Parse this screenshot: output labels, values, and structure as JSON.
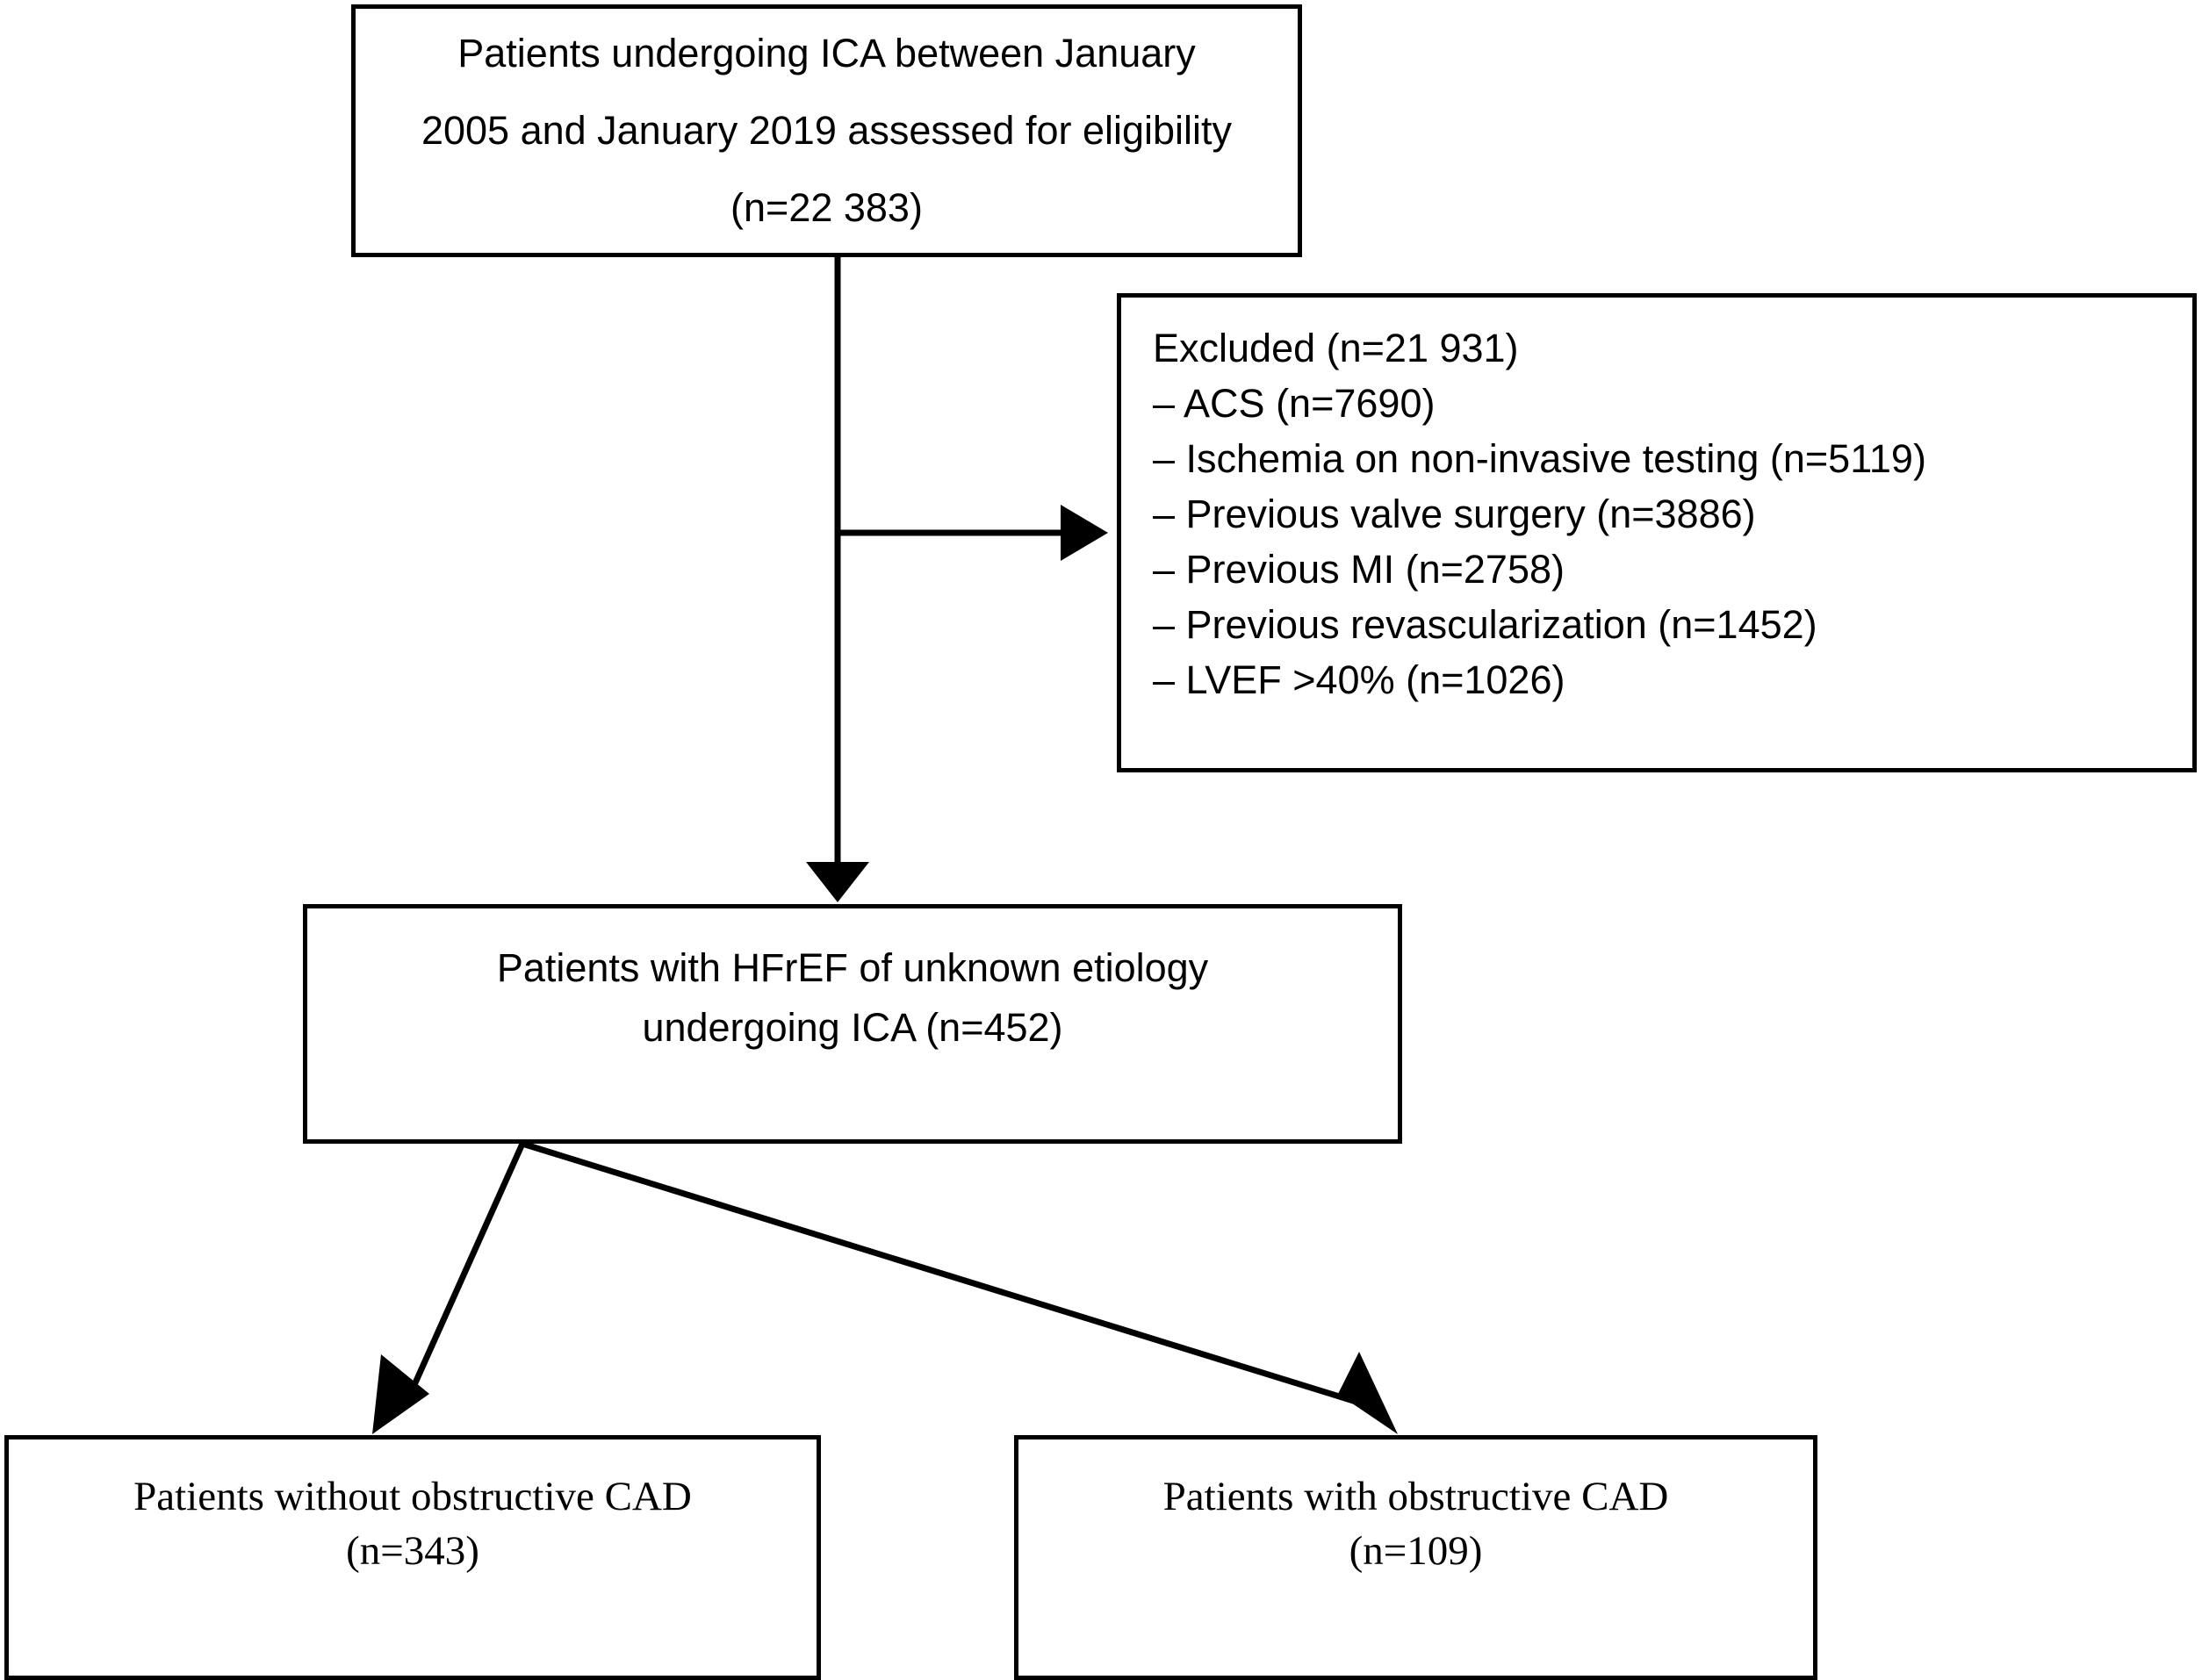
{
  "diagram": {
    "type": "flowchart",
    "orientation": "top-down",
    "accent_color": "#000000",
    "background_color": "#ffffff"
  },
  "boxes": {
    "eligibility": {
      "name": "eligibility-box",
      "lines": [
        "Patients undergoing ICA between January",
        "2005 and January 2019 assessed for eligibility",
        "(n=22 383)"
      ],
      "count_label": "(n=22 383)",
      "count": 22383
    },
    "excluded": {
      "name": "excluded-box",
      "heading": "Excluded (n=21 931)",
      "total": 21931,
      "items": [
        {
          "label": "– ACS (n=7690)",
          "reason": "ACS",
          "count": 7690
        },
        {
          "label": "– Ischemia on non-invasive testing (n=5119)",
          "reason": "Ischemia on non-invasive testing",
          "count": 5119
        },
        {
          "label": "– Previous valve surgery (n=3886)",
          "reason": "Previous valve surgery",
          "count": 3886
        },
        {
          "label": "– Previous MI (n=2758)",
          "reason": "Previous MI",
          "count": 2758
        },
        {
          "label": "– Previous revascularization (n=1452)",
          "reason": "Previous revascularization",
          "count": 1452
        },
        {
          "label": "– LVEF >40% (n=1026)",
          "reason": "LVEF >40%",
          "count": 1026
        }
      ]
    },
    "hfref": {
      "name": "hfref-box",
      "lines": [
        "Patients with HFrEF of unknown etiology",
        "undergoing ICA (n=452)"
      ],
      "count": 452
    },
    "no_obstructive_cad": {
      "name": "no-obstructive-cad-box",
      "lines": [
        "Patients without obstructive CAD",
        "(n=343)"
      ],
      "count": 343
    },
    "obstructive_cad": {
      "name": "obstructive-cad-box",
      "lines": [
        "Patients with obstructive CAD",
        "(n=109)"
      ],
      "count": 109
    }
  },
  "connectors": [
    {
      "name": "eligibility-to-hfref-arrow",
      "from": "eligibility",
      "to": "hfref",
      "style": "vertical-arrow"
    },
    {
      "name": "eligibility-to-excluded-arrow",
      "from": "eligibility",
      "to": "excluded",
      "style": "horizontal-arrow"
    },
    {
      "name": "hfref-to-no-cad-arrow",
      "from": "hfref",
      "to": "no_obstructive_cad",
      "style": "diagonal-arrow"
    },
    {
      "name": "hfref-to-cad-arrow",
      "from": "hfref",
      "to": "obstructive_cad",
      "style": "diagonal-arrow"
    }
  ]
}
